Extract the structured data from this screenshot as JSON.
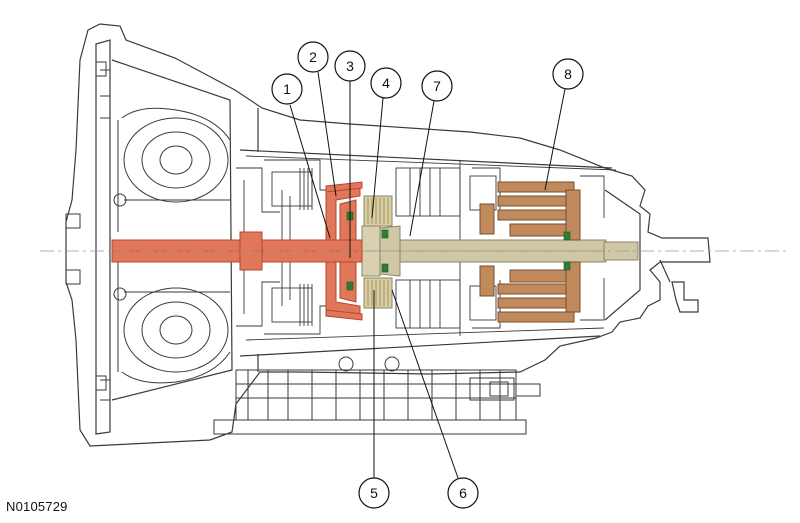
{
  "figure": {
    "id": "N0105729",
    "callouts": [
      "1",
      "2",
      "3",
      "4",
      "5",
      "6",
      "7",
      "8"
    ]
  },
  "colors": {
    "line": "#3a3a3a",
    "outline_light": "#9a9a9a",
    "input_shaft": "#e0765a",
    "input_shaft_dark": "#b7462c",
    "output_shaft": "#cfc7a6",
    "output_shaft_dark": "#8a8466",
    "clutch_pack": "#c08a5c",
    "clutch_pack_dark": "#7a4f2c",
    "seal": "#2e7d32"
  }
}
